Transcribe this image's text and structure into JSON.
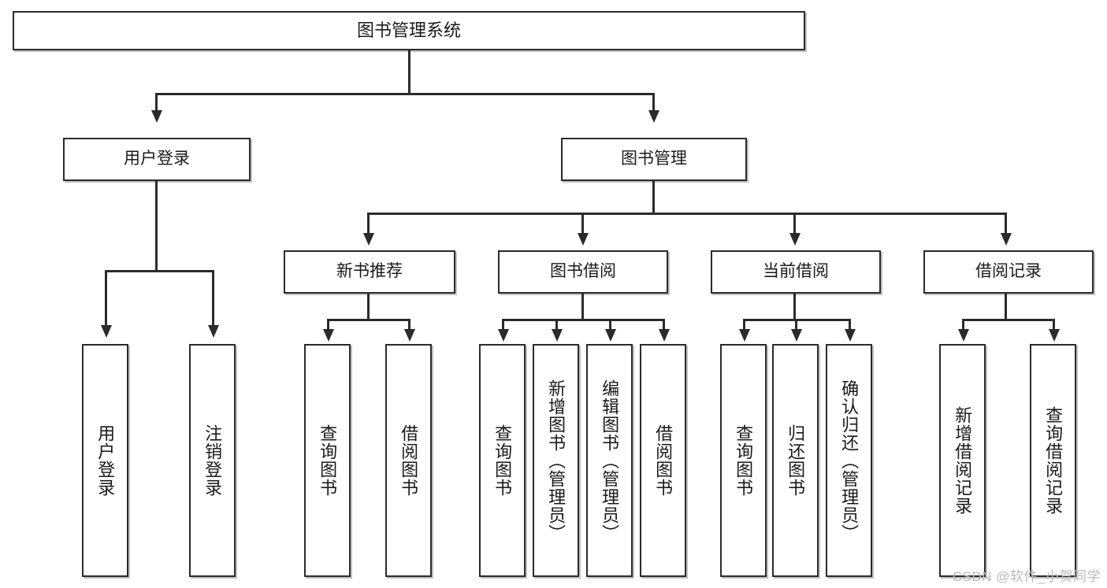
{
  "diagram": {
    "type": "tree",
    "title": "图书管理系统",
    "orientation": "top-down",
    "colors": {
      "box_border": "#2b2b2b",
      "box_fill": "#ffffff",
      "connector": "#2b2b2b",
      "text": "#1a1a1a",
      "watermark": "#b9b9b9",
      "background": "#ffffff"
    },
    "root": {
      "label": "图书管理系统"
    },
    "level2": [
      {
        "label": "用户登录"
      },
      {
        "label": "图书管理"
      }
    ],
    "level3": [
      {
        "label": "新书推荐"
      },
      {
        "label": "图书借阅"
      },
      {
        "label": "当前借阅"
      },
      {
        "label": "借阅记录"
      }
    ],
    "leaves": {
      "user_login": [
        {
          "label": "用户登录"
        },
        {
          "label": "注销登录"
        }
      ],
      "new_book_recommend": [
        {
          "label": "查询图书"
        },
        {
          "label": "借阅图书"
        }
      ],
      "book_borrow": [
        {
          "label": "查询图书"
        },
        {
          "label": "新增图书（管理员）"
        },
        {
          "label": "编辑图书（管理员）"
        },
        {
          "label": "借阅图书"
        }
      ],
      "current_borrow": [
        {
          "label": "查询图书"
        },
        {
          "label": "归还图书"
        },
        {
          "label": "确认归还（管理员）"
        }
      ],
      "borrow_record": [
        {
          "label": "新增借阅记录"
        },
        {
          "label": "查询借阅记录"
        }
      ]
    }
  },
  "watermark": {
    "text": "CSDN @软件_小贺同学"
  }
}
